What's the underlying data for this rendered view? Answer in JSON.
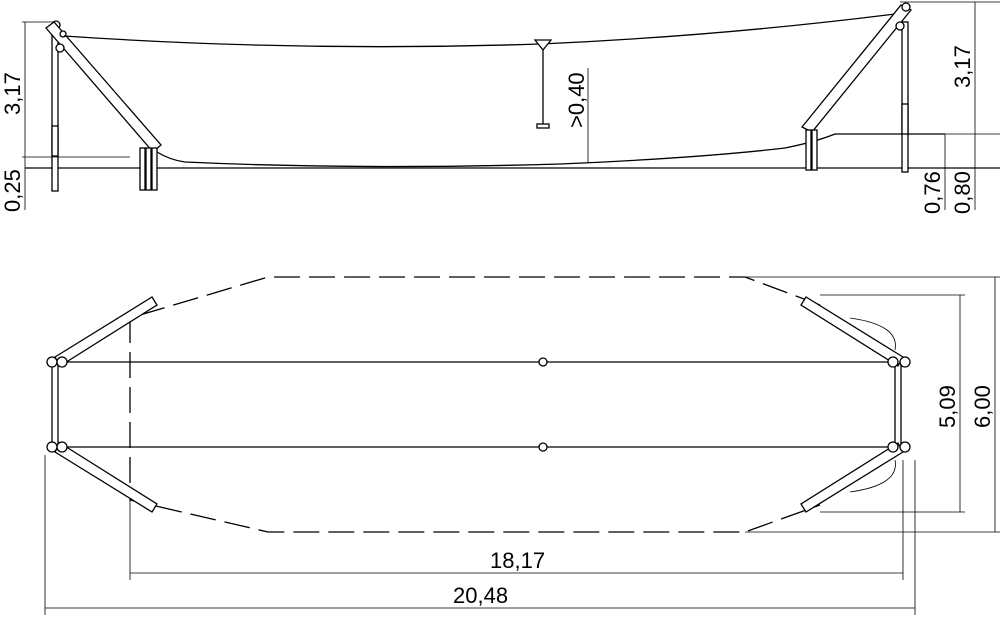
{
  "elevation": {
    "left_height": "3,17",
    "left_ground": "0,25",
    "clearance": ">0,40",
    "right_height": "3,17",
    "right_low": "0,76",
    "right_ground": "0,80"
  },
  "plan": {
    "inner_width": "5,09",
    "outer_width": "6,00",
    "inner_length": "18,17",
    "outer_length": "20,48"
  }
}
